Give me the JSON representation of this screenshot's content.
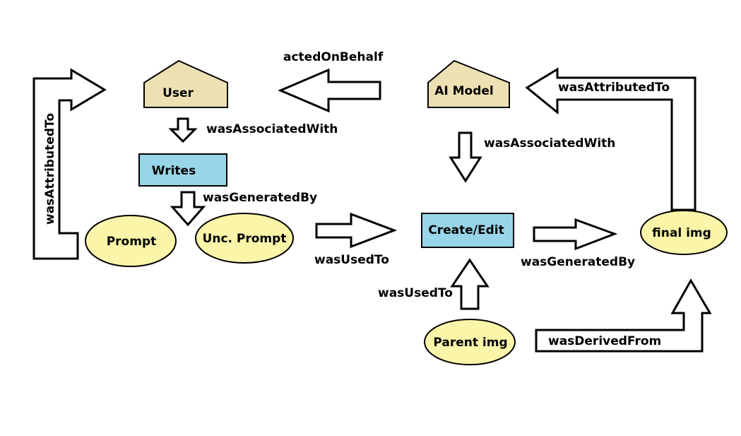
{
  "nodes": {
    "user": "User",
    "ai_model": "AI Model",
    "writes": "Writes",
    "prompt": "Prompt",
    "unc_prompt": "Unc. Prompt",
    "create_edit": "Create/Edit",
    "final_img": "final img",
    "parent_img": "Parent img"
  },
  "edges": {
    "acted_on_behalf": "actedOnBehalf",
    "was_associated_with_user": "wasAssociatedWith",
    "was_associated_with_model": "wasAssociatedWith",
    "was_generated_by_writes": "wasGeneratedBy",
    "was_attributed_to_left": "wasAttributedTo",
    "was_attributed_to_right": "wasAttributedTo",
    "was_used_to_prompt": "wasUsedTo",
    "was_used_to_parent": "wasUsedTo",
    "was_generated_by_final": "wasGeneratedBy",
    "was_derived_from": "wasDerivedFrom"
  },
  "colors": {
    "agent_fill": "#ede0b3",
    "activity_fill": "#99d5e8",
    "entity_fill": "#fbf5a9",
    "stroke": "#000000",
    "arrow_fill": "#ffffff"
  }
}
